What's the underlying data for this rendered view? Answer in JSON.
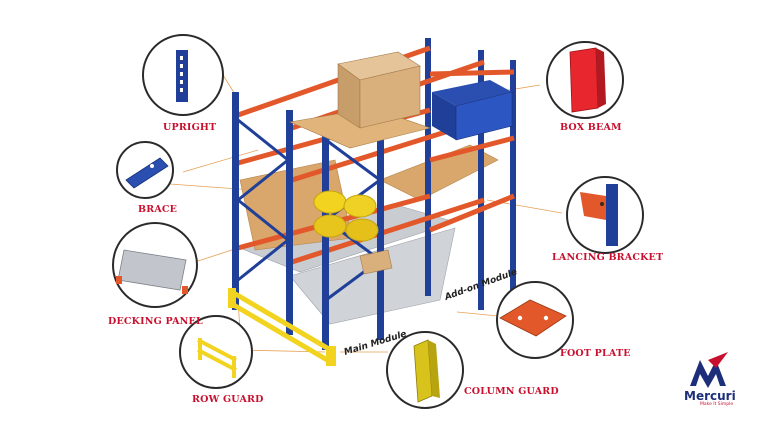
{
  "labels": {
    "upright": "UPRIGHT",
    "brace": "BRACE",
    "decking_panel": "DECKING PANEL",
    "row_guard": "ROW GUARD",
    "box_beam": "BOX BEAM",
    "lancing_bracket": "LANCING BRACKET",
    "foot_plate": "FOOT PLATE",
    "column_guard": "COLUMN GUARD"
  },
  "modules": {
    "main": "Main Module",
    "addon": "Add-on Module"
  },
  "brand": {
    "name": "Mercuri",
    "tagline": "Make It Simple"
  },
  "colors": {
    "upright_blue": "#1f3f99",
    "beam_orange": "#e2582a",
    "label_red": "#c8102e",
    "guard_yellow": "#f1d320",
    "deck_wood": "#d9a66b",
    "deck_steel": "#c9cdd2"
  }
}
